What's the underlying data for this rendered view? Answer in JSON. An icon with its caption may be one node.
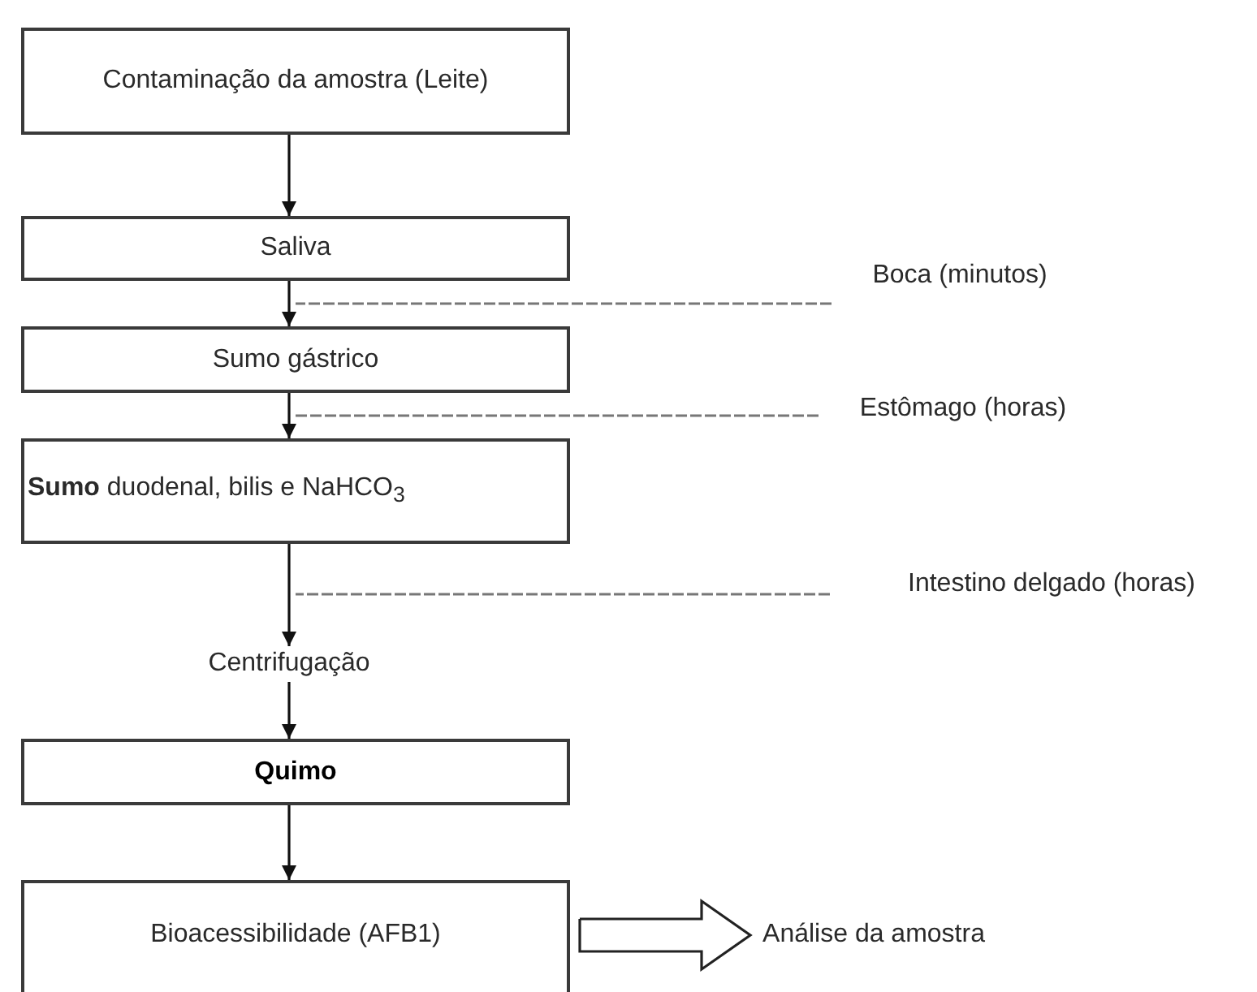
{
  "diagram": {
    "nodes": [
      {
        "text": [
          "Contaminação da amostra (Leite)"
        ]
      },
      {
        "text": [
          "Saliva"
        ]
      },
      {
        "text": [
          "Sumo gástrico"
        ]
      },
      {
        "text": [
          "**Sumo** duodenal, bilis e NaHCO$_{3}$"
        ]
      },
      {
        "text": [
          "Centrifugação"
        ]
      },
      {
        "text": [
          "Quimo"
        ]
      },
      {
        "text": [
          "Bioacessibilidade (AFB1)"
        ]
      },
      {
        "text": [
          "Análise da amostra"
        ]
      },
      {
        "text": [
          "Boca (minutos)"
        ]
      },
      {
        "text": [
          "Estômago (horas)"
        ]
      },
      {
        "text": [
          "Intestino delgado (horas)"
        ]
      }
    ],
    "edges": [
      {
        "from": 0,
        "to": 1,
        "arrow": "to"
      },
      {
        "from": 1,
        "to": 2,
        "arrow": "to"
      },
      {
        "from": 2,
        "to": 3,
        "arrow": "to"
      },
      {
        "from": 3,
        "to": 4,
        "arrow": "to"
      },
      {
        "from": 4,
        "to": 5,
        "arrow": "to"
      },
      {
        "from": 5,
        "to": 6,
        "arrow": "to"
      },
      {
        "from": 6,
        "to": 7,
        "arrow": "to",
        "style": "thick"
      },
      {
        "from": 8,
        "to": null,
        "arrow": "none",
        "style": "dashed",
        "color": "#777777"
      },
      {
        "from": 9,
        "to": null,
        "arrow": "none",
        "style": "dashed",
        "color": "#777777"
      },
      {
        "from": 10,
        "to": null,
        "arrow": "none",
        "style": "dashed",
        "color": "#777777"
      }
    ]
  }
}
